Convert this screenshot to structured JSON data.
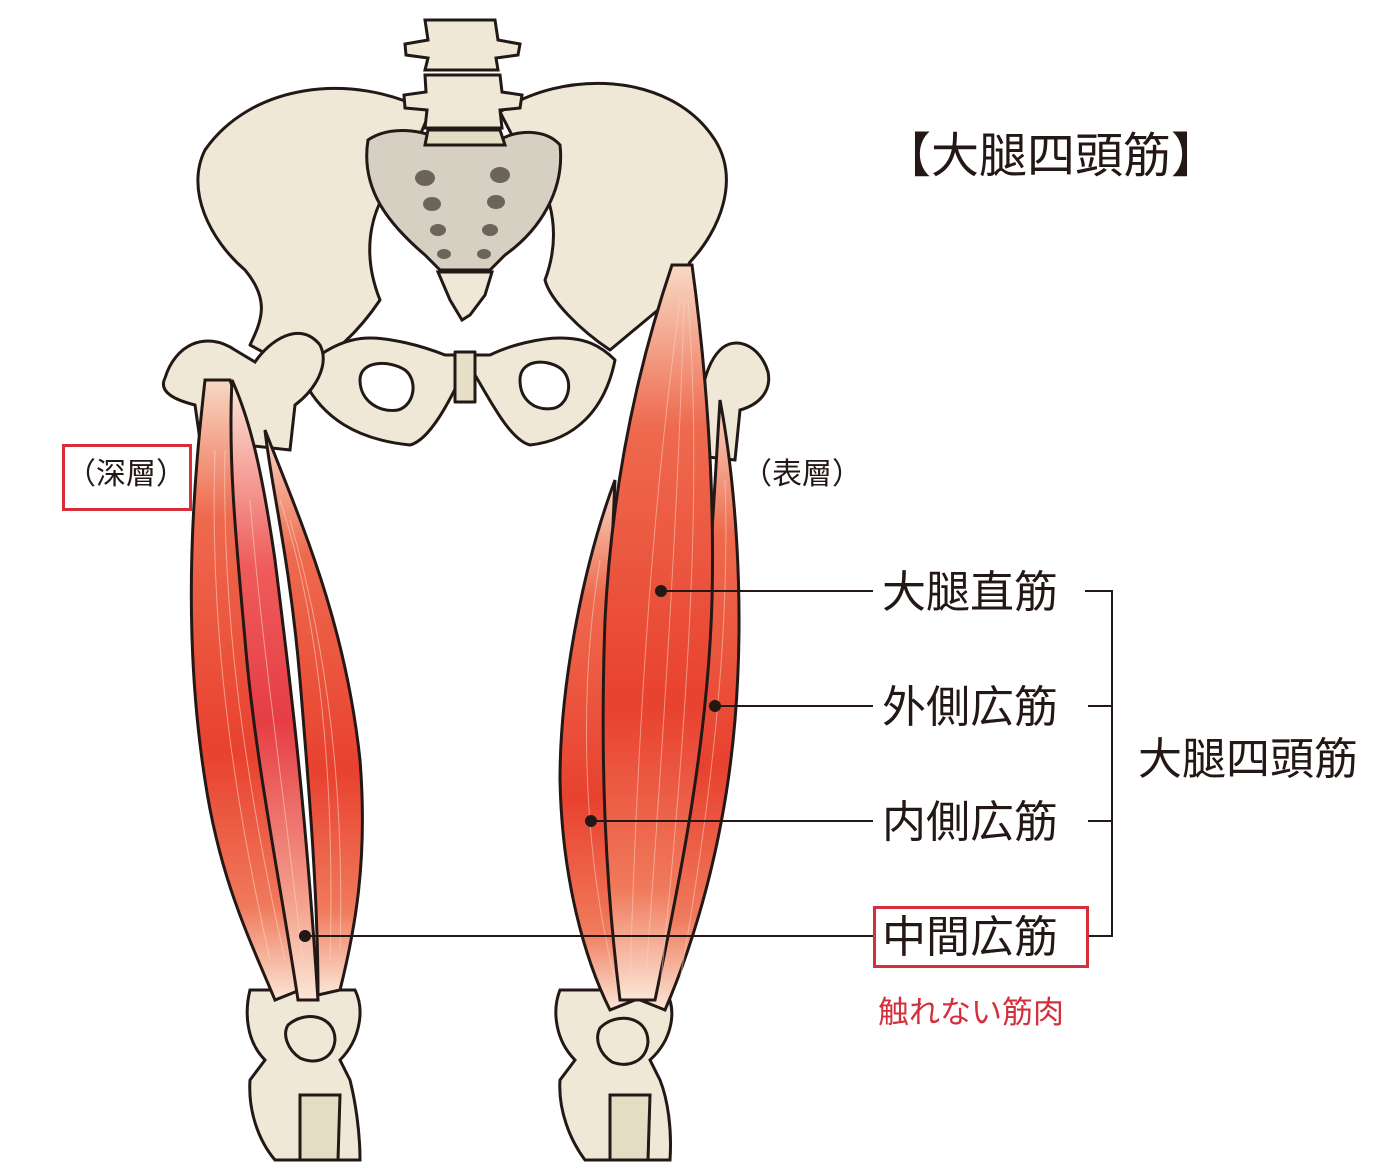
{
  "title": "【大腿四頭筋】",
  "layers": {
    "deep": "（深層）",
    "surface": "（表層）"
  },
  "muscles": [
    {
      "label": "大腿直筋"
    },
    {
      "label": "外側広筋"
    },
    {
      "label": "内側広筋"
    },
    {
      "label": "中間広筋"
    }
  ],
  "group_label": "大腿四頭筋",
  "note": "触れない筋肉",
  "colors": {
    "bone_fill": "#efe8d6",
    "outline": "#231815",
    "muscle_red": "#e8412f",
    "muscle_light": "#f7b39a",
    "highlight_box": "#d42f3b",
    "note_text": "#d42f3b"
  }
}
